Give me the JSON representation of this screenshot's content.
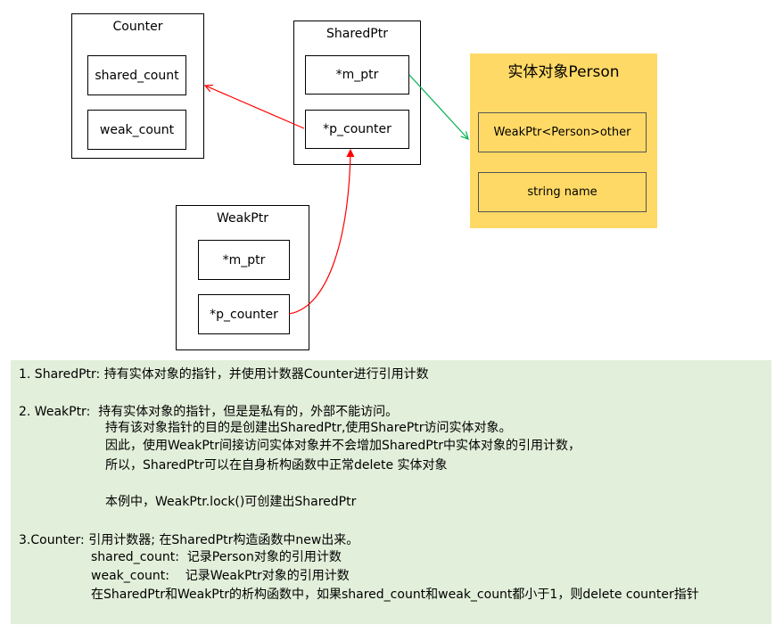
{
  "counter": {
    "title": "Counter",
    "fields": [
      "shared_count",
      "weak_count"
    ]
  },
  "shared_ptr": {
    "title": "SharedPtr",
    "fields": [
      "*m_ptr",
      "*p_counter"
    ]
  },
  "weak_ptr": {
    "title": "WeakPtr",
    "fields": [
      "*m_ptr",
      "*p_counter"
    ]
  },
  "person": {
    "title": "实体对象Person",
    "fields": [
      "WeakPtr<Person>other",
      "string name"
    ]
  },
  "arrow_colors": {
    "shared_to_counter": "#ff0000",
    "mptr_to_person": "#00b050",
    "weak_to_shared": "#ff0000"
  },
  "notes": {
    "n1": "1. SharedPtr: 持有实体对象的指针，并使用计数器Counter进行引用计数",
    "n2_l1": "2. WeakPtr:  持有实体对象的指针，但是是私有的，外部不能访问。",
    "n2_l2": "持有该对象指针的目的是创建出SharedPtr,使用SharePtr访问实体对象。",
    "n2_l3": "因此，使用WeakPtr间接访问实体对象并不会增加SharedPtr中实体对象的引用计数，",
    "n2_l4": "所以，SharedPtr可以在自身析构函数中正常delete 实体对象",
    "n2_l5": "本例中，WeakPtr.lock()可创建出SharedPtr",
    "n3_l1": "3.Counter: 引用计数器; 在SharedPtr构造函数中new出来。",
    "n3_l2": "shared_count:  记录Person对象的引用计数",
    "n3_l3": "weak_count:    记录WeakPtr对象的引用计数",
    "n3_l4": "在SharedPtr和WeakPtr的析构函数中，如果shared_count和weak_count都小于1，则delete counter指针"
  }
}
